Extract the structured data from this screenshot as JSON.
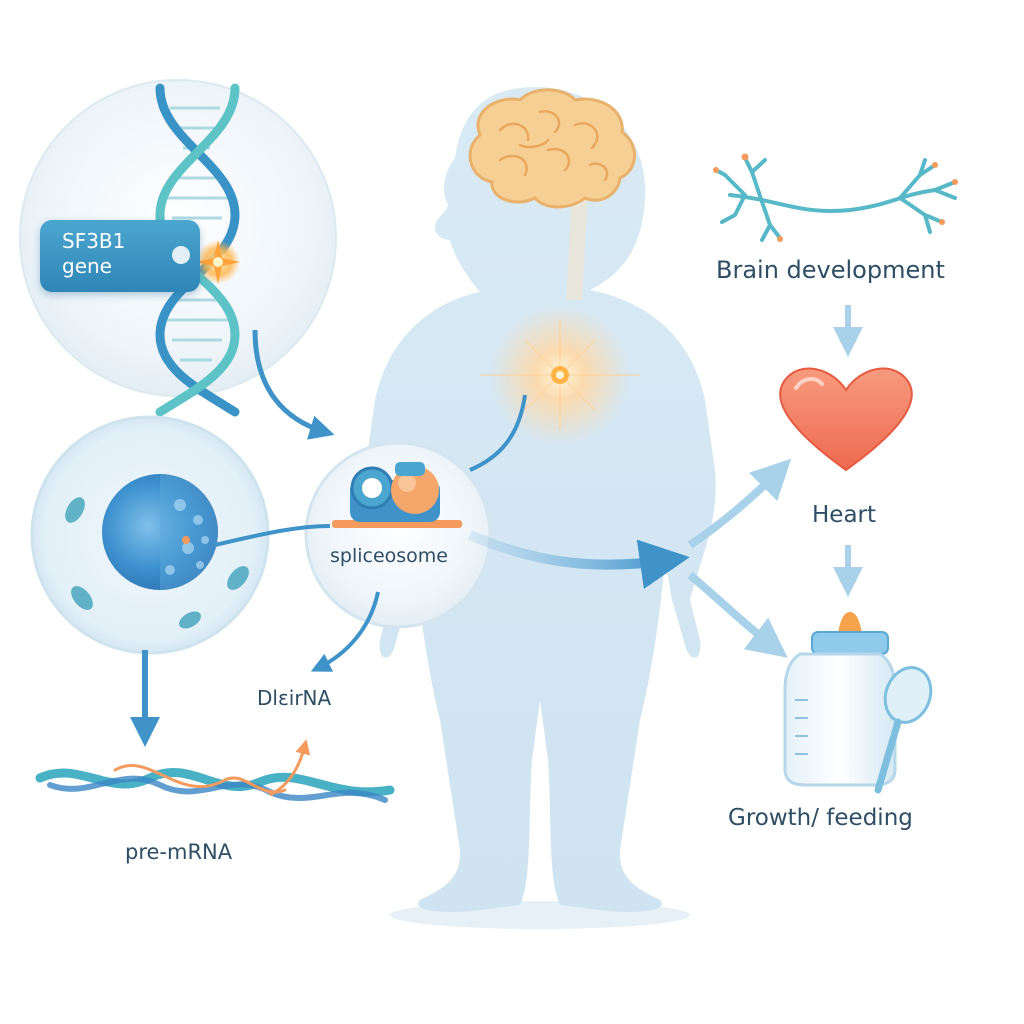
{
  "labels": {
    "gene_line1": "SF3B1",
    "gene_line2": "gene",
    "spliceosome": "spliceosome",
    "dlcirna": "DlɛirNA",
    "pre_mrna": "pre-mRNA",
    "brain_development": "Brain development",
    "heart": "Heart",
    "growth_feeding": "Growth/ feeding"
  },
  "colors": {
    "dna_blue": "#3a93c6",
    "dna_teal": "#5ec3c7",
    "badge_blue": "#3596c3",
    "body_fill": "#d4e7f3",
    "brain_orange": "#f5c88a",
    "heart_red": "#f27f63",
    "accent_orange": "#f39a5c",
    "label_text": "#2f4e63"
  },
  "icons": [
    "dna-helix-icon",
    "cell-icon",
    "spliceosome-icon",
    "pre-mrna-strand-icon",
    "neuron-icon",
    "brain-icon",
    "heart-icon",
    "baby-bottle-icon",
    "spoon-icon",
    "child-silhouette-icon"
  ]
}
